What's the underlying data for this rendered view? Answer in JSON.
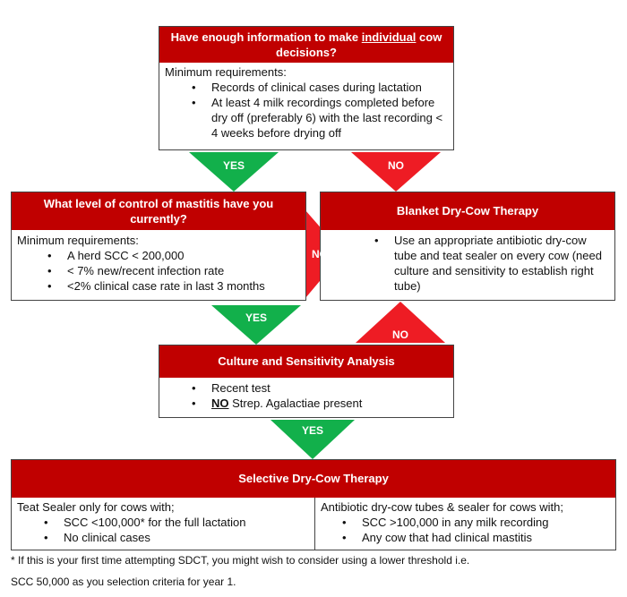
{
  "colors": {
    "header_red": "#c00000",
    "yes_green": "#12b04b",
    "no_red": "#ee1c24"
  },
  "q1": {
    "title_pre": "Have enough information to make ",
    "title_u": "individual",
    "title_post": " cow decisions?",
    "intro": "Minimum requirements:",
    "items": [
      "Records of clinical cases during lactation",
      "At least 4 milk recordings completed before dry off (preferably 6) with the last recording < 4 weeks before drying off"
    ]
  },
  "q2": {
    "title": "What level of control of mastitis have you currently?",
    "intro": "Minimum requirements:",
    "items": [
      "A herd SCC < 200,000",
      "< 7% new/recent infection rate",
      "<2% clinical case rate in last 3 months"
    ]
  },
  "blanket": {
    "title": "Blanket Dry-Cow Therapy",
    "items": [
      "Use an appropriate antibiotic dry-cow tube and teat sealer on every cow (need culture and sensitivity to establish right tube)"
    ]
  },
  "culture": {
    "title": "Culture and Sensitivity Analysis",
    "item1": "Recent test",
    "item2_bold": "NO",
    "item2_rest": " Strep. Agalactiae present"
  },
  "sdct": {
    "title": "Selective Dry-Cow Therapy",
    "left_intro": "Teat Sealer only for cows with;",
    "left_items": [
      "SCC <100,000* for the full lactation",
      "No clinical cases"
    ],
    "right_intro": "Antibiotic dry-cow tubes & sealer for  cows with;",
    "right_items": [
      "SCC >100,000 in any milk recording",
      "Any cow that had clinical mastitis"
    ]
  },
  "arrows": {
    "yes1": "YES",
    "no1": "NO",
    "no2": "NO",
    "yes2": "YES",
    "no3": "NO",
    "yes3": "YES"
  },
  "footnote": {
    "line1": "* If this is your first time attempting SDCT, you might wish to consider using a lower threshold i.e.",
    "line2": "SCC 50,000  as you selection criteria for year 1."
  }
}
